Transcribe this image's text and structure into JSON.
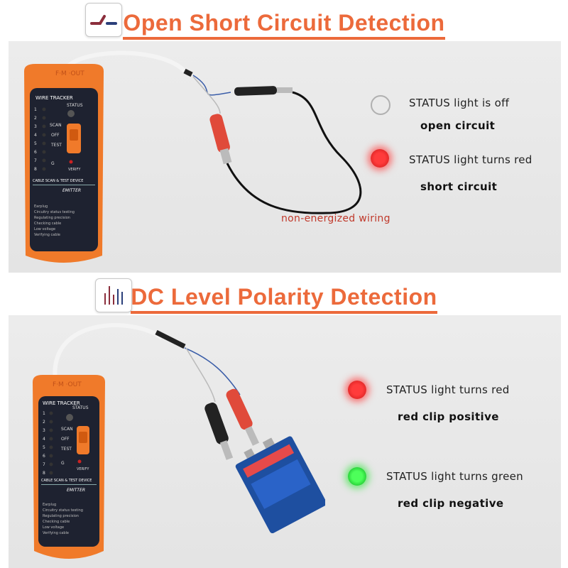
{
  "section1": {
    "title": "Open Short Circuit Detection",
    "icon": "wire-cutter-icon",
    "wiring_label": "non-energized wiring",
    "legend": [
      {
        "text": "STATUS light is off",
        "sub": "open circuit",
        "color": "none"
      },
      {
        "text": "STATUS light turns red",
        "sub": "short circuit",
        "color": "#e52a2a"
      }
    ]
  },
  "section2": {
    "title": "DC Level Polarity Detection",
    "icon": "signal-bars-icon",
    "legend": [
      {
        "text": "STATUS light turns red",
        "sub": "red clip positive",
        "color": "#e52a2a"
      },
      {
        "text": "STATUS light turns green",
        "sub": "red clip negative",
        "color": "#2bd43b"
      }
    ]
  },
  "device": {
    "brand": "WIRE TRACKER",
    "status_label": "STATUS",
    "switch_labels": [
      "SCAN",
      "OFF",
      "TEST"
    ],
    "verify_label": "VERIFY",
    "numbers": [
      "1",
      "2",
      "3",
      "4",
      "5",
      "6",
      "7",
      "8"
    ],
    "g_label": "G",
    "subtitle": "CABLE SCAN & TEST DEVICE",
    "model": "EMITTER",
    "features": [
      "Earplug",
      "Circuitry status testing",
      "Regulating precision",
      "Checking cable",
      "Low voltage",
      "Verifying cable"
    ]
  },
  "colors": {
    "accent": "#ec6a3b",
    "device_orange": "#f07a2a",
    "device_panel": "#1e2230"
  }
}
